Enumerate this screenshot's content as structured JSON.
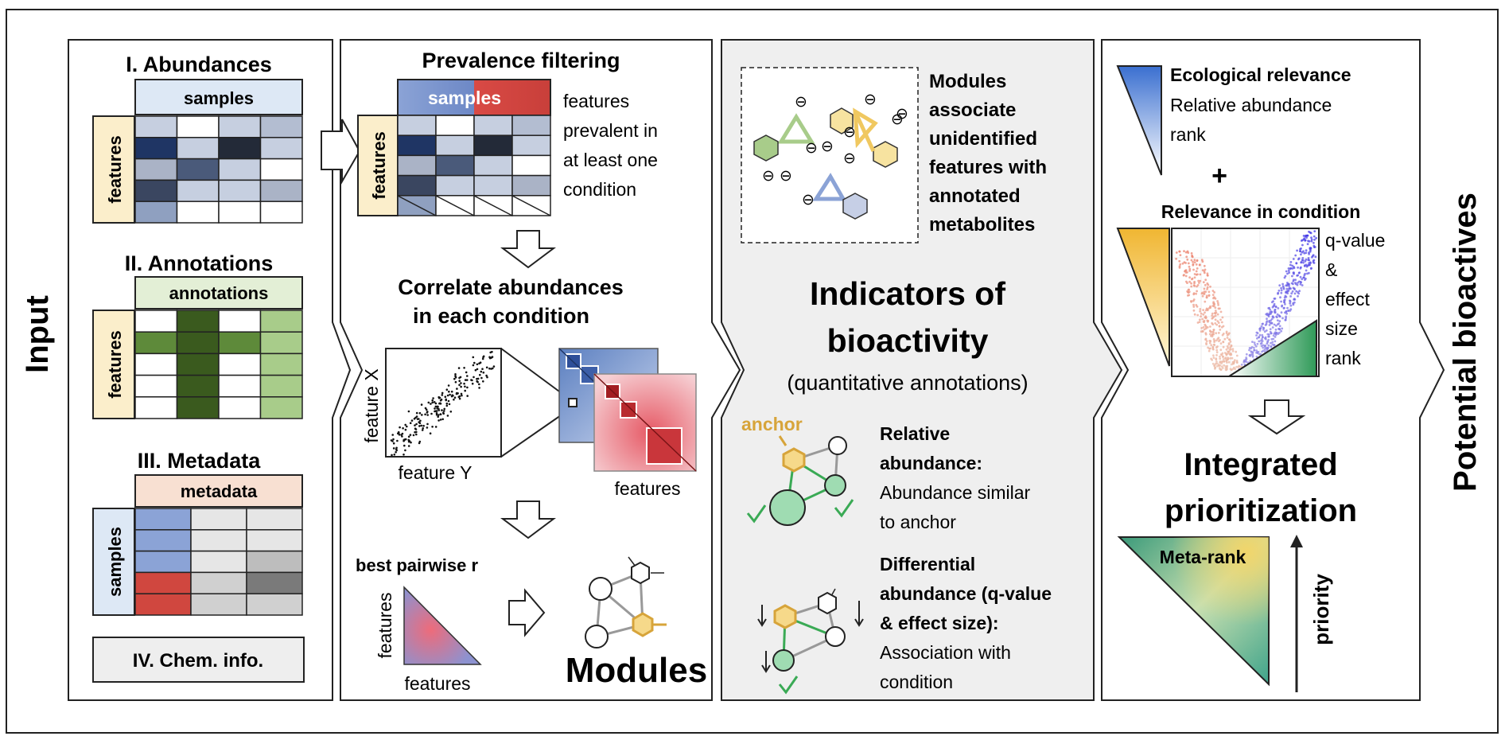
{
  "left_label": "Input",
  "right_label": "Potential bioactives",
  "input": {
    "abundances_title": "I. Abundances",
    "samples_header": "samples",
    "features_label": "features",
    "annotations_title": "II. Annotations",
    "annotations_header": "annotations",
    "annotations_features_label": "features",
    "metadata_title": "III. Metadata",
    "metadata_header": "metadata",
    "metadata_samples_label": "samples",
    "chem_info": "IV. Chem. info."
  },
  "processing": {
    "prevalence_title": "Prevalence filtering",
    "samples_header": "samples",
    "features_label": "features",
    "prevalence_desc": [
      "features",
      "prevalent in",
      "at least one",
      "condition"
    ],
    "correlate_title": [
      "Correlate abundances",
      "in each condition"
    ],
    "feature_x": "feature X",
    "feature_y": "feature Y",
    "features_caption": "features",
    "best_pairwise": "best pairwise r",
    "tri_features_v": "features",
    "tri_features_h": "features",
    "modules_label": "Modules"
  },
  "indicators": {
    "modules_desc": [
      "Modules",
      "associate",
      "unidentified",
      "features with",
      "annotated",
      "metabolites"
    ],
    "minus_glyph": "⊖",
    "title": [
      "Indicators of",
      "bioactivity"
    ],
    "subtitle": "(quantitative annotations)",
    "anchor_label": "anchor",
    "rel_abundance": [
      "Relative",
      "abundance:"
    ],
    "rel_abundance_desc": [
      "Abundance similar",
      "to anchor"
    ],
    "diff_abundance": [
      "Differential",
      "abundance (q-value",
      "& effect size):"
    ],
    "diff_abundance_desc": [
      "Association with",
      "condition"
    ]
  },
  "prioritization": {
    "eco_title": "Ecological relevance",
    "eco_desc": [
      "Relative abundance",
      "rank"
    ],
    "plus": "+",
    "cond_title": "Relevance in condition",
    "cond_desc": [
      "q-value",
      "&",
      "effect",
      "size",
      "rank"
    ],
    "integrated_title": [
      "Integrated",
      "prioritization"
    ],
    "meta_rank": "Meta-rank",
    "priority": "priority"
  },
  "colors": {
    "blue_dark": "#1f3564",
    "blue_mid": "#6b7fa8",
    "blue_light": "#c6cfe0",
    "green_dark": "#3a5a1e",
    "green_mid": "#5e8a3a",
    "green_light": "#a8cc8a",
    "red": "#d0473f",
    "gold": "#d7a43a",
    "panel_grey": "#efefef"
  }
}
